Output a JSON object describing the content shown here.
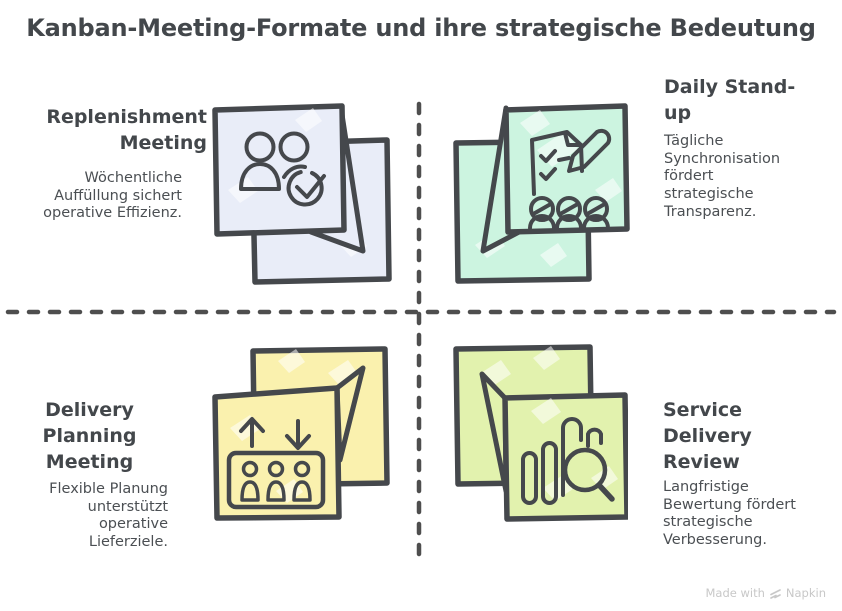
{
  "title": "Kanban-Meeting-Formate und ihre strategische Bedeutung",
  "quadrants": {
    "replenishment": {
      "heading": "Replenishment\nMeeting",
      "body": "Wöchentliche\nAuffüllung sichert\noperative Effizienz.",
      "note_color": "#e9edf8",
      "icon": "team-approved-icon"
    },
    "daily_standup": {
      "heading": "Daily Stand-\nup",
      "body": "Tägliche\nSynchronisation\nfördert\nstrategische\nTransparenz.",
      "note_color": "#ccf4e0",
      "icon": "checklist-pencil-team-icon"
    },
    "delivery_planning": {
      "heading": "Delivery\nPlanning\nMeeting",
      "body": "Flexible Planung\nunterstützt\noperative\nLieferziele.",
      "note_color": "#faf1ae",
      "icon": "elevator-team-arrows-icon"
    },
    "service_delivery_review": {
      "heading": "Service\nDelivery\nReview",
      "body": "Langfristige\nBewertung fördert\nstrategische\nVerbesserung.",
      "note_color": "#e2f2ae",
      "icon": "bar-chart-magnifier-icon"
    }
  },
  "footer": {
    "made_with": "Made with",
    "brand": "Napkin"
  },
  "colors": {
    "ink": "#45484c",
    "divider": "#4e4e4e",
    "footer_text": "#c8c8c8"
  }
}
